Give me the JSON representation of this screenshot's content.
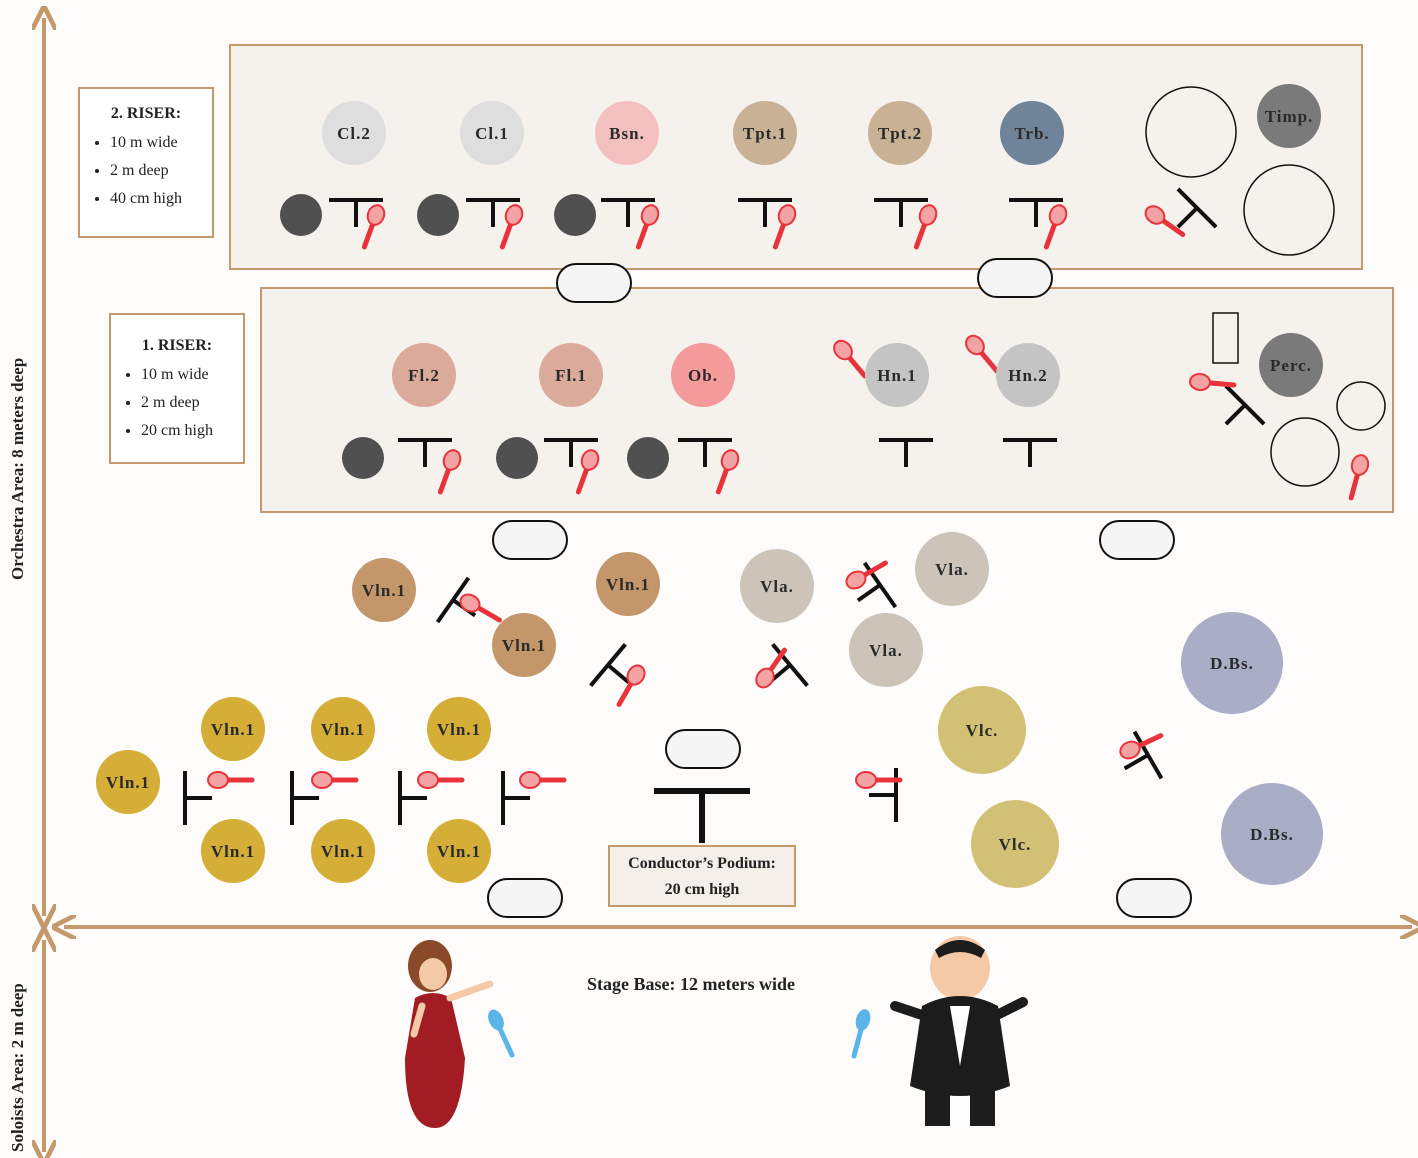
{
  "riser2": {
    "title": "2. RISER:",
    "items": [
      "10 m wide",
      "2 m deep",
      "40 cm high"
    ]
  },
  "riser1": {
    "title": "1. RISER:",
    "items": [
      "10 m wide",
      "2 m deep",
      "20 cm high"
    ]
  },
  "podium": {
    "line1": "Conductor’s Podium:",
    "line2": "20 cm high"
  },
  "stage_base": "Stage Base: 12 meters wide",
  "axis": {
    "orchestra": "Orchestra Area:  8 meters deep",
    "soloists": "Soloists  Area:  2 m  deep"
  },
  "colors": {
    "riser_fill": "#f5f2ed",
    "riser_border": "#c49a6c",
    "mic": "#e8333a",
    "solo_mic": "#5ab4e8",
    "violin1": "#d4ae36",
    "violin1_back": "#c4976a",
    "viola": "#cdc3b8",
    "cello": "#d2c175",
    "bass": "#a9adc6",
    "clarinet": "#dedede",
    "bassoon": "#f4c0bf",
    "trumpet": "#c9b195",
    "trombone": "#6f8499",
    "timpani": "#7a7a7a",
    "flute": "#dcaa9b",
    "oboe": "#f59a9a",
    "horn": "#c4c4c4",
    "percussion": "#7a7a7a"
  },
  "players": [
    {
      "label": "Cl.2",
      "color": "#dedede",
      "row": "riser2"
    },
    {
      "label": "Cl.1",
      "color": "#dedede",
      "row": "riser2"
    },
    {
      "label": "Bsn.",
      "color": "#f4c0bf",
      "row": "riser2",
      "textColor": "#c0504d"
    },
    {
      "label": "Tpt.1",
      "color": "#c9b195",
      "row": "riser2"
    },
    {
      "label": "Tpt.2",
      "color": "#c9b195",
      "row": "riser2"
    },
    {
      "label": "Trb.",
      "color": "#6f8499",
      "row": "riser2",
      "textColor": "#ffffff"
    },
    {
      "label": "Timp.",
      "color": "#7a7a7a",
      "row": "riser2",
      "textColor": "#ffffff"
    },
    {
      "label": "Fl.2",
      "color": "#dcaa9b",
      "row": "riser1",
      "textColor": "#ffffff"
    },
    {
      "label": "Fl.1",
      "color": "#dcaa9b",
      "row": "riser1",
      "textColor": "#ffffff"
    },
    {
      "label": "Ob.",
      "color": "#f59a9a",
      "row": "riser1",
      "textColor": "#ffffff"
    },
    {
      "label": "Hn.1",
      "color": "#c4c4c4",
      "row": "riser1",
      "textColor": "#ffffff"
    },
    {
      "label": "Hn.2",
      "color": "#c4c4c4",
      "row": "riser1",
      "textColor": "#ffffff"
    },
    {
      "label": "Perc.",
      "color": "#7a7a7a",
      "row": "riser1",
      "textColor": "#ffffff"
    },
    {
      "label": "Vln.1",
      "color": "#c4976a"
    },
    {
      "label": "Vln.1",
      "color": "#c4976a"
    },
    {
      "label": "Vln.1",
      "color": "#c4976a"
    },
    {
      "label": "Vla.",
      "color": "#cdc3b8"
    },
    {
      "label": "Vla.",
      "color": "#cdc3b8"
    },
    {
      "label": "Vla.",
      "color": "#cdc3b8"
    },
    {
      "label": "D.Bs.",
      "color": "#a9adc6"
    },
    {
      "label": "D.Bs.",
      "color": "#a9adc6"
    },
    {
      "label": "Vlc.",
      "color": "#d2c175"
    },
    {
      "label": "Vlc.",
      "color": "#d2c175"
    },
    {
      "label": "Vln.1",
      "color": "#d4ae36"
    },
    {
      "label": "Vln.1",
      "color": "#d4ae36"
    },
    {
      "label": "Vln.1",
      "color": "#d4ae36"
    },
    {
      "label": "Vln.1",
      "color": "#d4ae36"
    },
    {
      "label": "Vln.1",
      "color": "#d4ae36"
    },
    {
      "label": "Vln.1",
      "color": "#d4ae36"
    },
    {
      "label": "Vln.1",
      "color": "#d4ae36"
    }
  ]
}
